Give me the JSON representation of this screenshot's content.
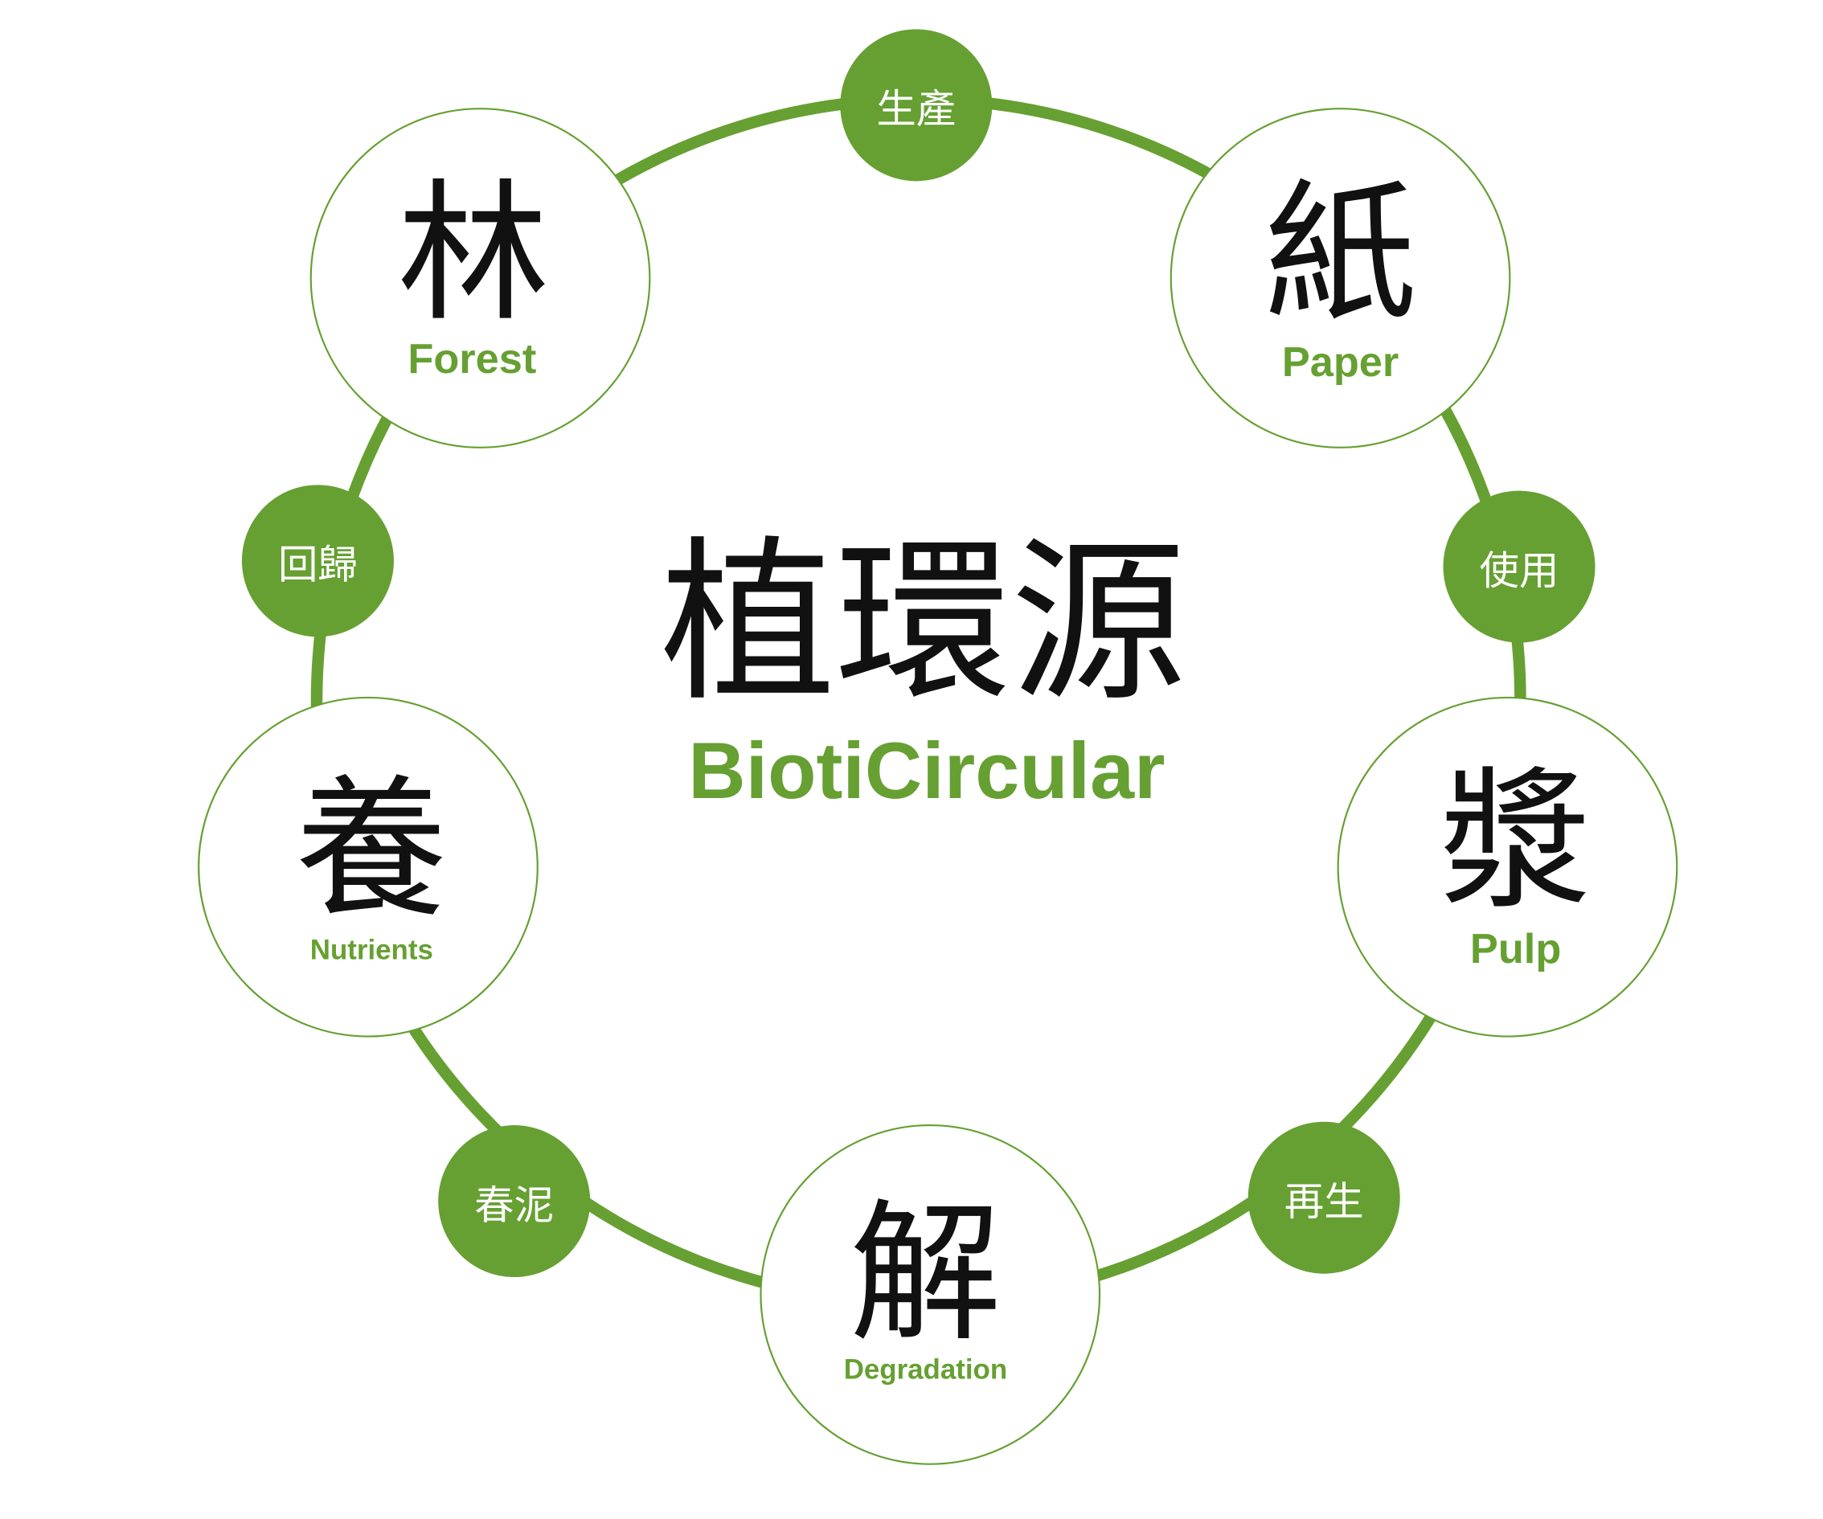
{
  "colors": {
    "accent": "#66a032",
    "node_fill": "#ffffff",
    "text": "#111111"
  },
  "center": {
    "title": "植環源",
    "subtitle": "BiotiCircular"
  },
  "stages": [
    {
      "char": "林",
      "label": "Forest"
    },
    {
      "char": "紙",
      "label": "Paper"
    },
    {
      "char": "漿",
      "label": "Pulp"
    },
    {
      "char": "解",
      "label": "Degradation"
    },
    {
      "char": "養",
      "label": "Nutrients"
    }
  ],
  "transitions": [
    "生產",
    "使用",
    "再生",
    "春泥",
    "回歸"
  ]
}
